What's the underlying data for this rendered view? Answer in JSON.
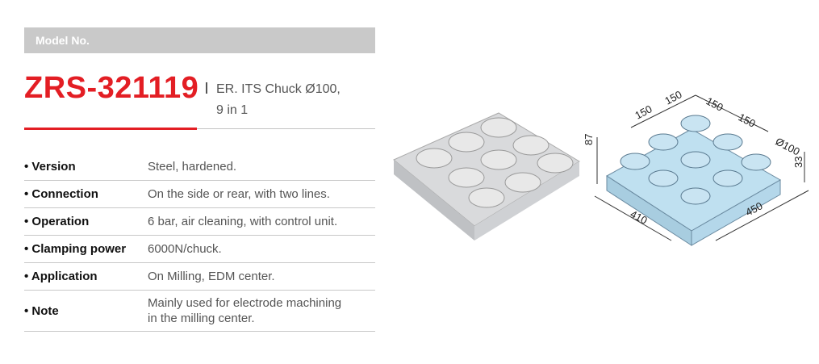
{
  "header": {
    "label": "Model No."
  },
  "product": {
    "model": "ZRS-321119",
    "description_line1": "ER. ITS Chuck Ø100,",
    "description_line2": "9 in 1"
  },
  "specs": [
    {
      "label": "• Version",
      "value": "Steel, hardened."
    },
    {
      "label": "• Connection",
      "value": "On the side or rear, with two lines."
    },
    {
      "label": "• Operation",
      "value": "6 bar, air cleaning, with control unit."
    },
    {
      "label": "• Clamping power",
      "value": "6000N/chuck."
    },
    {
      "label": "• Application",
      "value": "On Milling, EDM center."
    },
    {
      "label": "• Note",
      "value_line1": "Mainly used for electrode machining",
      "value_line2": "in the milling center."
    }
  ],
  "diagram": {
    "dims": {
      "d150a": "150",
      "d150b": "150",
      "d150c": "150",
      "d150d": "150",
      "d87": "87",
      "d100": "Ø100",
      "d33": "33",
      "d410": "410",
      "d450": "450"
    }
  },
  "colors": {
    "accent": "#e31e24",
    "plate": "#bfe0f0"
  }
}
